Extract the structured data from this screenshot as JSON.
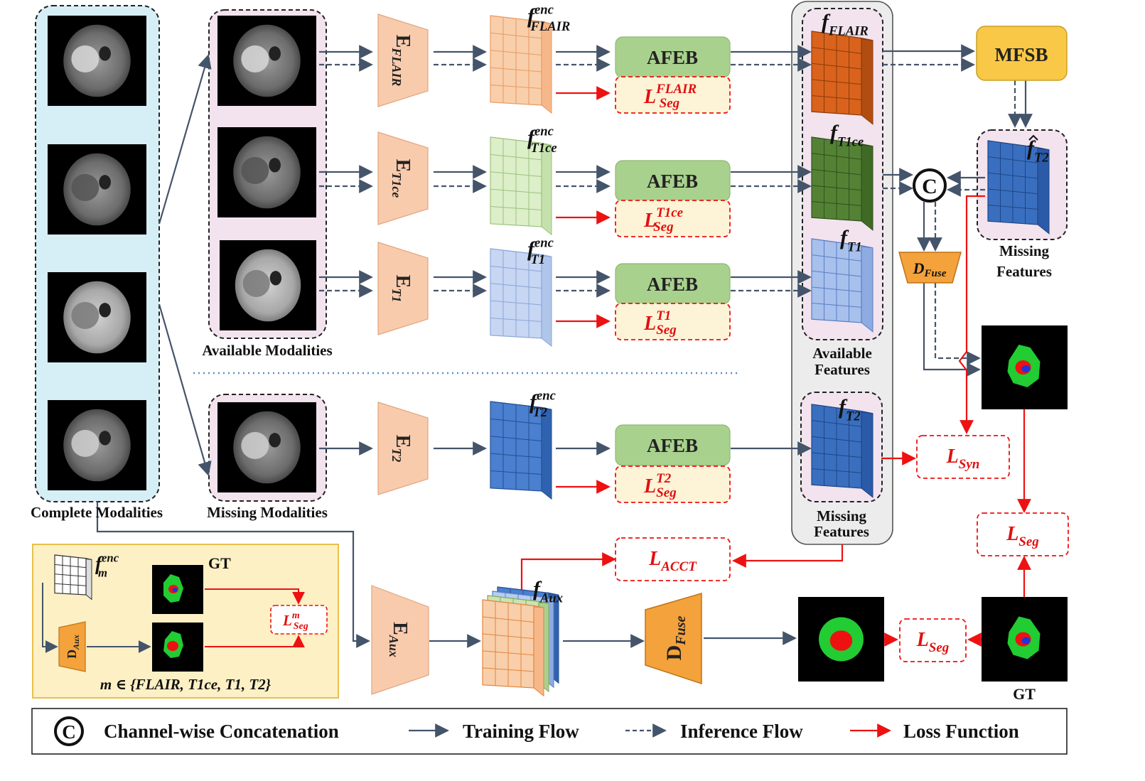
{
  "groups": {
    "complete": "Complete Modalities",
    "available": "Available Modalities",
    "missing": "Missing Modalities",
    "available_features": "Available Features",
    "available_features_l1": "Available",
    "available_features_l2": "Features",
    "missing_features_l1": "Missing",
    "missing_features_l2": "Features"
  },
  "encoders": [
    {
      "base": "E",
      "sub": "FLAIR"
    },
    {
      "base": "E",
      "sub": "T1ce"
    },
    {
      "base": "E",
      "sub": "T1"
    },
    {
      "base": "E",
      "sub": "T2"
    }
  ],
  "enc_features": [
    {
      "base": "f",
      "sup": "enc",
      "sub": "FLAIR"
    },
    {
      "base": "f",
      "sup": "enc",
      "sub": "T1ce"
    },
    {
      "base": "f",
      "sup": "enc",
      "sub": "T1"
    },
    {
      "base": "f",
      "sup": "enc",
      "sub": "T2"
    }
  ],
  "afeb_label": "AFEB",
  "seg_losses": [
    {
      "base": "L",
      "sup": "FLAIR",
      "sub": "Seg"
    },
    {
      "base": "L",
      "sup": "T1ce",
      "sub": "Seg"
    },
    {
      "base": "L",
      "sup": "T1",
      "sub": "Seg"
    },
    {
      "base": "L",
      "sup": "T2",
      "sub": "Seg"
    }
  ],
  "features": [
    {
      "base": "f",
      "sub": "FLAIR"
    },
    {
      "base": "f",
      "sub": "T1ce"
    },
    {
      "base": "f",
      "sub": "T1"
    },
    {
      "base": "f",
      "sub": "T2"
    }
  ],
  "mfsb_label": "MFSB",
  "f_hat": {
    "base": "f",
    "sub": "T2"
  },
  "d_fuse": {
    "base": "D",
    "sub": "Fuse"
  },
  "losses": {
    "syn": {
      "base": "L",
      "sub": "Syn"
    },
    "seg_right": {
      "base": "L",
      "sub": "Seg"
    },
    "acct": {
      "base": "L",
      "sub": "ACCT"
    },
    "seg_bottom": {
      "base": "L",
      "sub": "Seg"
    }
  },
  "aux": {
    "encoder": {
      "base": "E",
      "sub": "Aux"
    },
    "feature": {
      "base": "f",
      "sub": "Aux"
    },
    "decoder": {
      "base": "D",
      "sub": "Fuse"
    }
  },
  "gt_label": "GT",
  "inset": {
    "feature": {
      "base": "f",
      "sup": "enc",
      "sub": "m"
    },
    "gt": "GT",
    "decoder": {
      "base": "D",
      "sub": "Aux"
    },
    "loss": {
      "base": "L",
      "sup": "m",
      "sub": "Seg"
    },
    "set_text": "m ∈ {FLAIR, T1ce, T1, T2}"
  },
  "legend": {
    "concat_symbol": "C",
    "concat": "Channel-wise Concatenation",
    "training": "Training Flow",
    "inference": "Inference Flow",
    "loss": "Loss Function"
  },
  "colors": {
    "flow": "#44546a",
    "loss": "#ee1111",
    "encoder": "#f8cbad",
    "afeb": "#a9d18e",
    "mfsb": "#f9c846",
    "decoder": "#f4a23c",
    "complete_bg": "#d6eef5",
    "group_bg": "#f2e3ee",
    "features_panel": "#ececec",
    "inset_bg": "#fdf0c4",
    "loss_bg": "#fdf3d6",
    "cube_flair": "#d9631c",
    "cube_t1ce": "#548235",
    "cube_t1": "#a7c0ec",
    "cube_t2": "#3a6fbf",
    "grid_flair_enc": "#f8cfaa",
    "grid_t1ce_enc": "#dcefc9",
    "grid_t1_enc": "#c7d6f2",
    "grid_t2_enc": "#4b7fcf"
  }
}
